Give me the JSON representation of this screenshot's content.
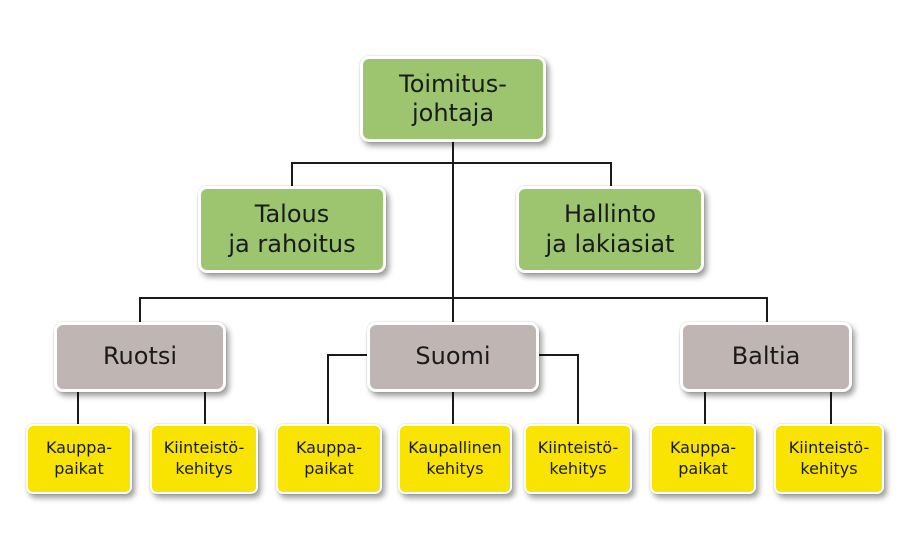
{
  "diagram": {
    "root": {
      "lines": [
        "Toimitus-",
        "johtaja"
      ],
      "color": "#9dc56f"
    },
    "staff": [
      {
        "lines": [
          "Talous",
          "ja rahoitus"
        ],
        "color": "#9dc56f"
      },
      {
        "lines": [
          "Hallinto",
          "ja lakiasiat"
        ],
        "color": "#9dc56f"
      }
    ],
    "regions": [
      {
        "lines": [
          "Ruotsi"
        ],
        "color": "#bfb5b3",
        "units": [
          {
            "lines": [
              "Kauppa-",
              "paikat"
            ]
          },
          {
            "lines": [
              "Kiinteistö-",
              "kehitys"
            ]
          }
        ]
      },
      {
        "lines": [
          "Suomi"
        ],
        "color": "#bfb5b3",
        "units": [
          {
            "lines": [
              "Kauppa-",
              "paikat"
            ]
          },
          {
            "lines": [
              "Kaupallinen",
              "kehitys"
            ]
          },
          {
            "lines": [
              "Kiinteistö-",
              "kehitys"
            ]
          }
        ]
      },
      {
        "lines": [
          "Baltia"
        ],
        "color": "#bfb5b3",
        "units": [
          {
            "lines": [
              "Kauppa-",
              "paikat"
            ]
          },
          {
            "lines": [
              "Kiinteistö-",
              "kehitys"
            ]
          }
        ]
      }
    ],
    "unit_color": "#f8e400",
    "connector_color": "#1a1a1a"
  }
}
